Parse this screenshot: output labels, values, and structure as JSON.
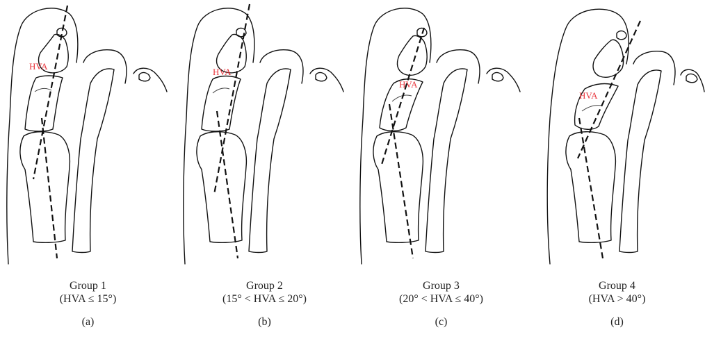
{
  "angle_label": "HVA",
  "panels": [
    {
      "group": "Group 1",
      "condition": "(HVA ≤ 15°)",
      "letter": "(a)"
    },
    {
      "group": "Group 2",
      "condition": "(15° < HVA ≤ 20°)",
      "letter": "(b)"
    },
    {
      "group": "Group 3",
      "condition": "(20° < HVA ≤ 40°)",
      "letter": "(c)"
    },
    {
      "group": "Group 4",
      "condition": "(HVA > 40°)",
      "letter": "(d)"
    }
  ]
}
